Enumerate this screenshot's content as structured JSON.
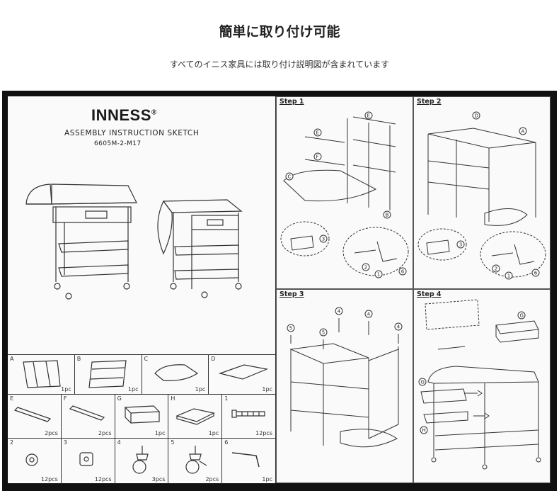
{
  "header": {
    "title": "簡単に取り付け可能",
    "subtitle": "すべてのイニス家具には取り付け説明図が含まれています"
  },
  "manual": {
    "brand": "INNESS",
    "registered_mark": "®",
    "title": "ASSEMBLY INSTRUCTION SKETCH",
    "model_code": "6605M-2-M17"
  },
  "parts_rows": [
    [
      {
        "letter": "A",
        "qty": "1pc",
        "icon": "side-frame-icon"
      },
      {
        "letter": "B",
        "qty": "1pc",
        "icon": "side-frame-icon"
      },
      {
        "letter": "C",
        "qty": "1pc",
        "icon": "drop-leaf-icon"
      },
      {
        "letter": "D",
        "qty": "1pc",
        "icon": "top-panel-icon"
      }
    ],
    [
      {
        "letter": "E",
        "qty": "2pcs",
        "icon": "rail-icon"
      },
      {
        "letter": "F",
        "qty": "2pcs",
        "icon": "rail-icon"
      },
      {
        "letter": "G",
        "qty": "1pc",
        "icon": "drawer-icon"
      },
      {
        "letter": "H",
        "qty": "1pc",
        "icon": "tray-icon"
      },
      {
        "letter": "1",
        "qty": "12pcs",
        "icon": "bolt-icon"
      }
    ],
    [
      {
        "letter": "2",
        "qty": "12pcs",
        "icon": "washer-icon"
      },
      {
        "letter": "3",
        "qty": "12pcs",
        "icon": "barrel-nut-icon"
      },
      {
        "letter": "4",
        "qty": "3pcs",
        "icon": "caster-icon"
      },
      {
        "letter": "5",
        "qty": "2pcs",
        "icon": "locking-caster-icon"
      },
      {
        "letter": "6",
        "qty": "1pc",
        "icon": "allen-key-icon"
      }
    ]
  ],
  "steps": [
    {
      "label": "Step 1"
    },
    {
      "label": "Step 2"
    },
    {
      "label": "Step 3"
    },
    {
      "label": "Step 4"
    }
  ],
  "callouts": {
    "step1": [
      "E",
      "E",
      "F",
      "C",
      "B",
      "3",
      "2",
      "1",
      "6"
    ],
    "step2": [
      "D",
      "A",
      "3",
      "2",
      "1",
      "6"
    ],
    "step3": [
      "5",
      "5",
      "4",
      "4",
      "4"
    ],
    "step4": [
      "G",
      "G",
      "H"
    ]
  },
  "colors": {
    "page_background": "#ffffff",
    "frame": "#111111",
    "paper": "#fafafa",
    "ink": "#222222"
  }
}
